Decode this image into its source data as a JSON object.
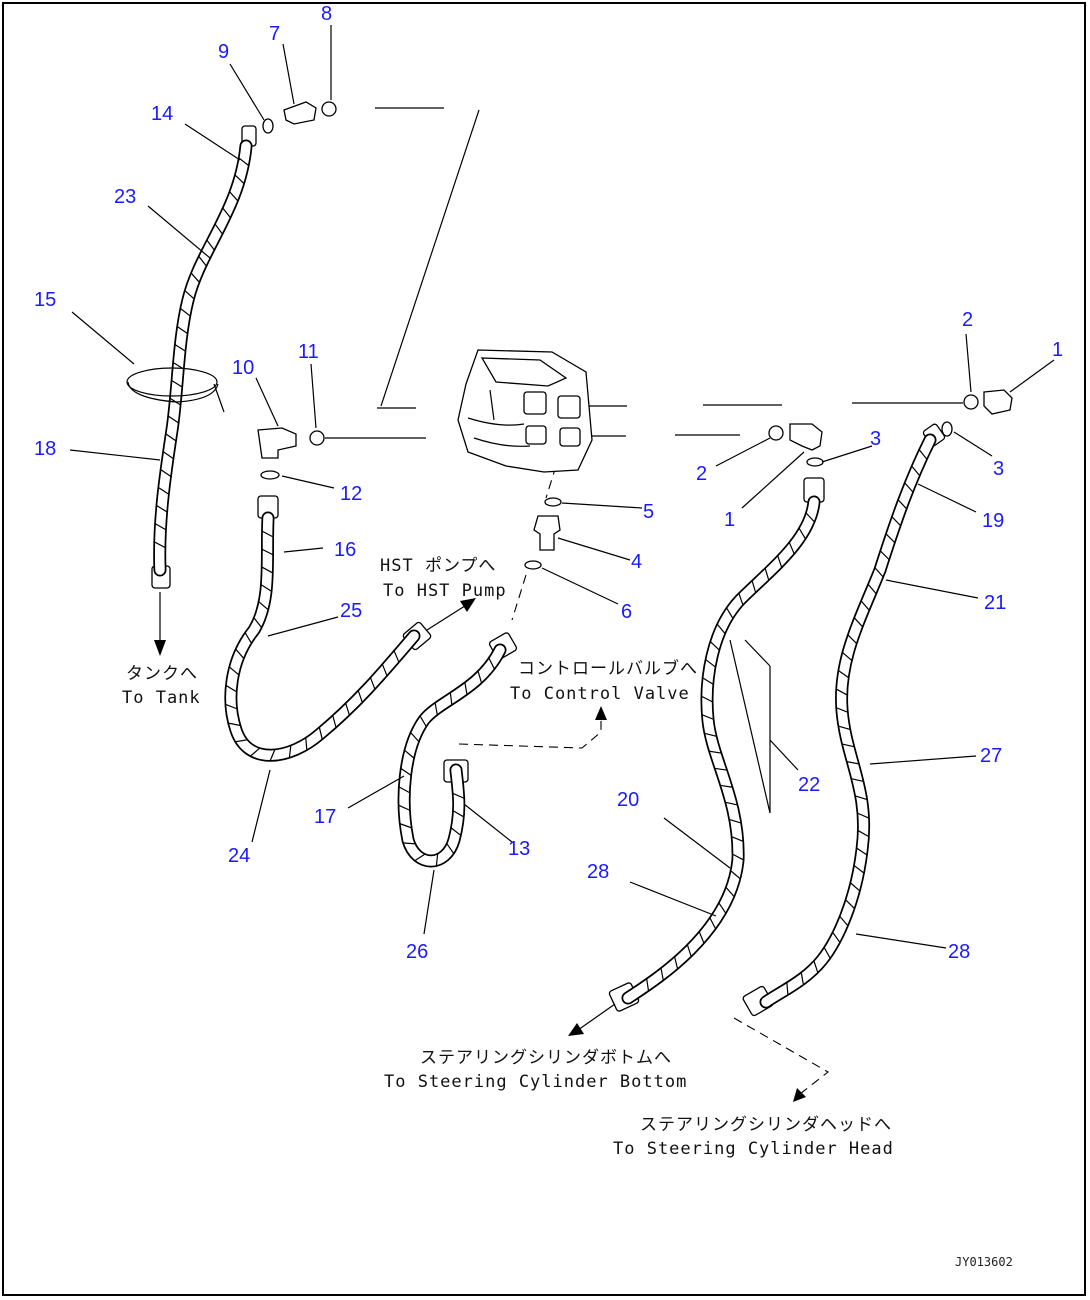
{
  "callouts": [
    {
      "label": "8"
    },
    {
      "label": "7"
    },
    {
      "label": "9"
    },
    {
      "label": "14"
    },
    {
      "label": "23"
    },
    {
      "label": "15"
    },
    {
      "label": "18"
    },
    {
      "label": "10"
    },
    {
      "label": "11"
    },
    {
      "label": "12"
    },
    {
      "label": "16"
    },
    {
      "label": "25"
    },
    {
      "label": "24"
    },
    {
      "label": "17"
    },
    {
      "label": "13"
    },
    {
      "label": "26"
    },
    {
      "label": "5"
    },
    {
      "label": "4"
    },
    {
      "label": "6"
    },
    {
      "label": "2"
    },
    {
      "label": "1"
    },
    {
      "label": "2"
    },
    {
      "label": "1"
    },
    {
      "label": "3"
    },
    {
      "label": "3"
    },
    {
      "label": "19"
    },
    {
      "label": "21"
    },
    {
      "label": "22"
    },
    {
      "label": "20"
    },
    {
      "label": "28"
    },
    {
      "label": "27"
    },
    {
      "label": "28"
    }
  ],
  "notes": {
    "hst_pump_jp": "HST ポンプへ",
    "hst_pump_en": "To HST Pump",
    "tank_jp": "タンクへ",
    "tank_en": "To Tank",
    "control_valve_jp": "コントロールバルブへ",
    "control_valve_en": "To Control Valve",
    "cyl_bottom_jp": "ステアリングシリンダボトムへ",
    "cyl_bottom_en": "To Steering Cylinder Bottom",
    "cyl_head_jp": "ステアリングシリンダヘッドへ",
    "cyl_head_en": "To Steering Cylinder Head"
  },
  "drawing_code": "JY013602"
}
